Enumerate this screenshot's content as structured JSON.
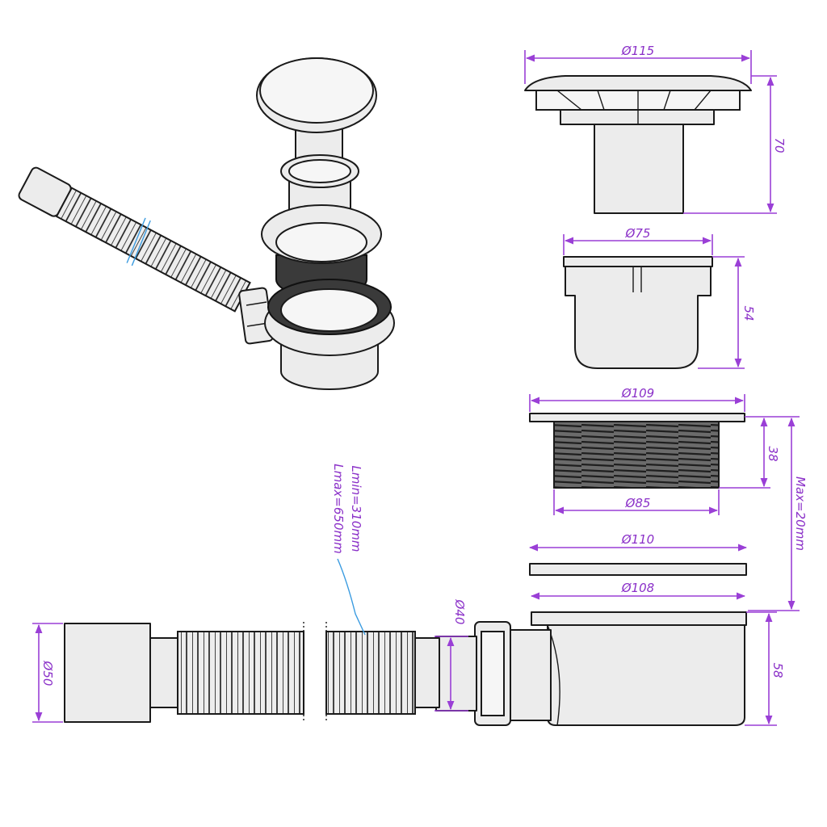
{
  "colors": {
    "dimension": "#9a3fd6",
    "leader": "#3a9be0",
    "outline": "#1a1a1a",
    "fill": "#ececec"
  },
  "dimensions": {
    "cap_diameter": "Ø115",
    "cap_height": "70",
    "sleeve_diameter": "Ø75",
    "sleeve_height": "54",
    "flange_diameter": "Ø109",
    "thread_height": "38",
    "thread_diameter": "Ø85",
    "adjust_range": "Max=20mm",
    "ring_diameter": "Ø110",
    "body_diameter": "Ø108",
    "body_height": "58",
    "outlet_diameter": "Ø40",
    "hose_end_diameter": "Ø50",
    "hose_length_min": "Lmin=310mm",
    "hose_length_max": "Lmax=650mm"
  }
}
